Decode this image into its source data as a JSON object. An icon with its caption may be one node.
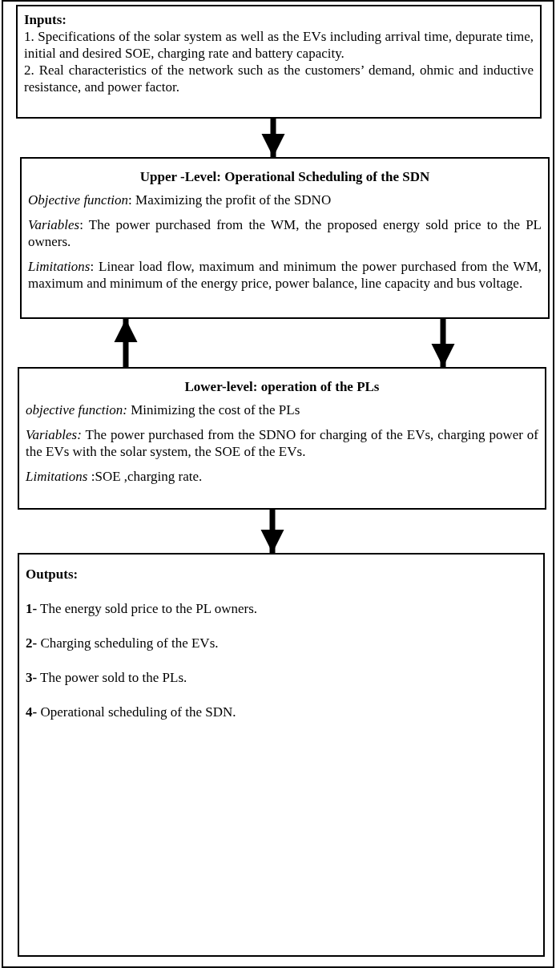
{
  "diagram": {
    "nodes": [
      {
        "text": [
          "Inputs:",
          "1. Specifications of the solar system as well as the EVs including arrival time, depurate time, initial and desired SOE, charging rate and battery capacity.",
          "2. Real characteristics of the network such as the customers’ demand, ohmic and inductive resistance, and power factor."
        ]
      },
      {
        "text": [
          "Upper -Level: Operational Scheduling of the SDN",
          "*Objective function*: Maximizing the profit of the SDNO",
          "*Variables*: The power purchased from the WM, the proposed energy sold price to the PL owners.",
          "*Limitations*: Linear load flow, maximum and minimum the power purchased from the WM, maximum and minimum of the energy price, power balance, line capacity and bus voltage."
        ]
      },
      {
        "text": [
          "Lower-level: operation of the PLs",
          "*objective function:* Minimizing the cost of the PLs",
          "*Variables:* The power purchased from the SDNO for charging of the EVs, charging power of the EVs with the solar system, the SOE of the EVs.",
          "*Limitations* :SOE ,charging rate."
        ]
      },
      {
        "text": [
          "Outputs:",
          "**1-** The energy sold price to the PL owners.",
          "**2-** Charging scheduling of the EVs.",
          "**3-** The power sold to the PLs.",
          "**4-** Operational scheduling of the SDN."
        ]
      }
    ],
    "edges": [
      {
        "from": 0,
        "to": 1,
        "arrow": "to"
      },
      {
        "from": 2,
        "to": 1,
        "arrow": "to"
      },
      {
        "from": 1,
        "to": 2,
        "arrow": "to"
      },
      {
        "from": 2,
        "to": 3,
        "arrow": "to"
      }
    ]
  }
}
